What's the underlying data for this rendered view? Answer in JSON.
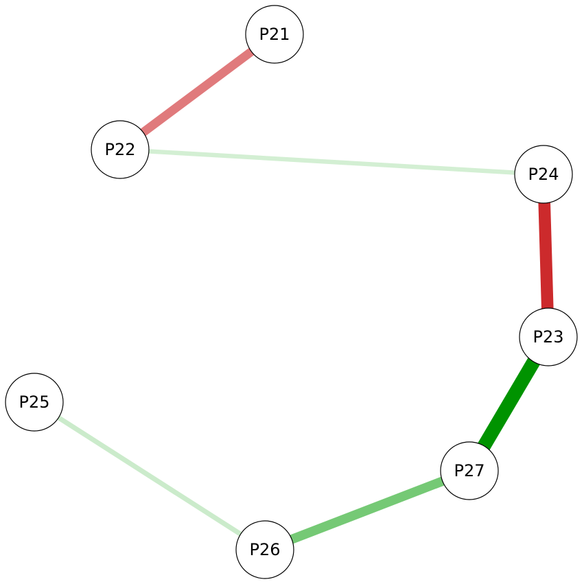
{
  "chart_data": {
    "type": "network",
    "nodes": [
      {
        "id": "P21",
        "label": "P21"
      },
      {
        "id": "P22",
        "label": "P22"
      },
      {
        "id": "P24",
        "label": "P24"
      },
      {
        "id": "P23",
        "label": "P23"
      },
      {
        "id": "P25",
        "label": "P25"
      },
      {
        "id": "P27",
        "label": "P27"
      },
      {
        "id": "P26",
        "label": "P26"
      }
    ],
    "edges": [
      {
        "source": "P21",
        "target": "P22",
        "sign": "negative",
        "strength": 0.55,
        "color": "#e07a7c"
      },
      {
        "source": "P22",
        "target": "P24",
        "sign": "positive",
        "strength": 0.15,
        "color": "#d3efd3"
      },
      {
        "source": "P24",
        "target": "P23",
        "sign": "negative",
        "strength": 0.85,
        "color": "#cc2a2c"
      },
      {
        "source": "P23",
        "target": "P27",
        "sign": "positive",
        "strength": 1.0,
        "color": "#009300"
      },
      {
        "source": "P27",
        "target": "P26",
        "sign": "positive",
        "strength": 0.6,
        "color": "#75c975"
      },
      {
        "source": "P25",
        "target": "P26",
        "sign": "positive",
        "strength": 0.2,
        "color": "#cbebcb"
      }
    ]
  }
}
